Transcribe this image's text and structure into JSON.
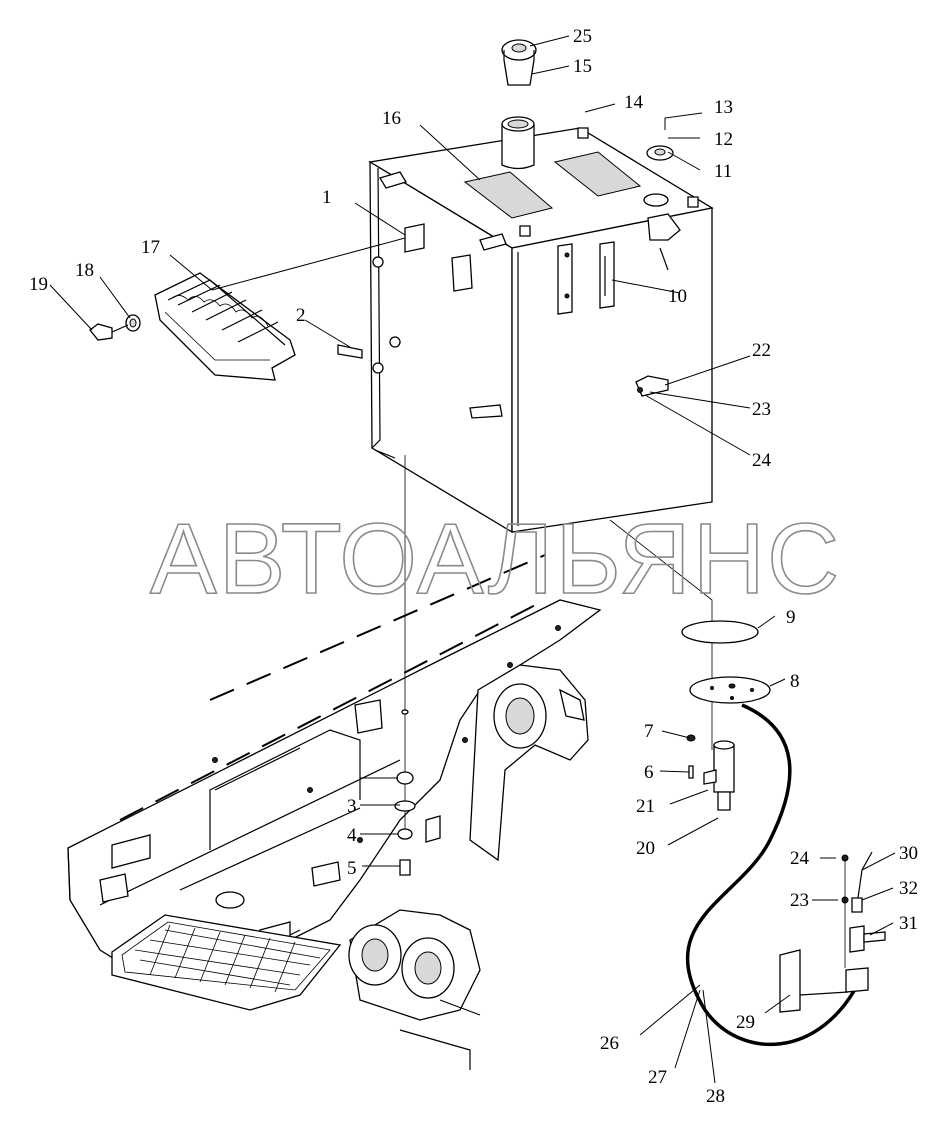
{
  "watermark": "АВТОАЛЬЯНС",
  "callouts": {
    "c1": "1",
    "c2": "2",
    "c3": "3",
    "c4": "4",
    "c5": "5",
    "c6": "6",
    "c7": "7",
    "c8": "8",
    "c9": "9",
    "c10": "10",
    "c11": "11",
    "c12": "12",
    "c13": "13",
    "c14": "14",
    "c15": "15",
    "c16": "16",
    "c17": "17",
    "c18": "18",
    "c19": "19",
    "c20": "20",
    "c21": "21",
    "c22": "22",
    "c23a": "23",
    "c24a": "24",
    "c23b": "23",
    "c24b": "24",
    "c25": "25",
    "c26": "26",
    "c27": "27",
    "c28": "28",
    "c29": "29",
    "c30": "30",
    "c31": "31",
    "c32": "32"
  }
}
